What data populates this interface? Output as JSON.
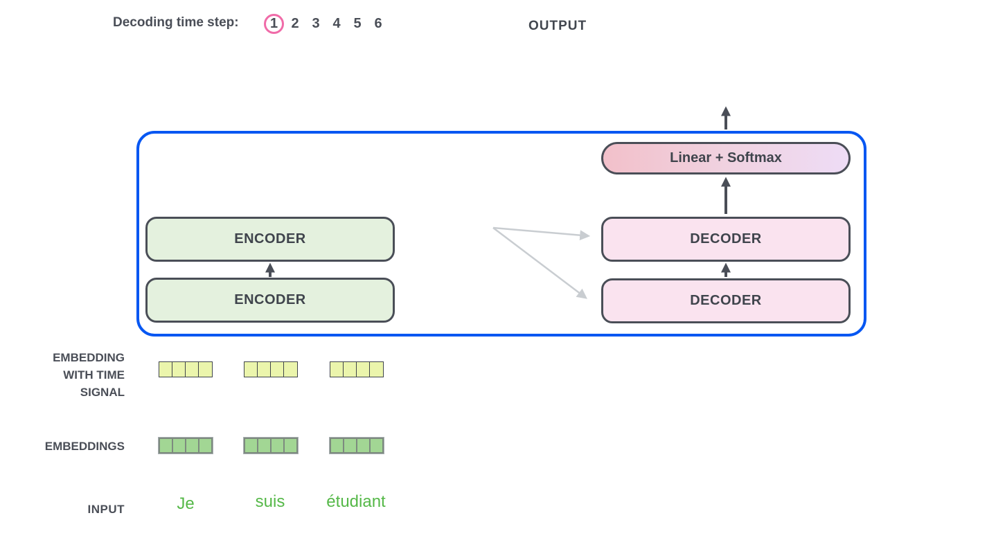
{
  "header": {
    "label": "Decoding time step:",
    "steps": [
      "1",
      "2",
      "3",
      "4",
      "5",
      "6"
    ],
    "active_step": "1"
  },
  "output_label": "OUTPUT",
  "model": {
    "encoders": [
      {
        "label": "ENCODER"
      },
      {
        "label": "ENCODER"
      }
    ],
    "decoders": [
      {
        "label": "DECODER"
      },
      {
        "label": "DECODER"
      }
    ],
    "linear_softmax_label": "Linear + Softmax"
  },
  "left_labels": {
    "embedding_time": "EMBEDDING\nWITH TIME\nSIGNAL",
    "embeddings": "EMBEDDINGS",
    "input": "INPUT"
  },
  "input": {
    "words": [
      "Je",
      "suis",
      "étudiant"
    ]
  },
  "embeddings": {
    "vector_count": 3,
    "cells_per_vector": 4
  },
  "colors": {
    "frame_blue": "#0757f2",
    "encoder_fill": "#e4f1de",
    "decoder_fill": "#fae3ef",
    "linear_softmax_gradient_start": "#f2c0ca",
    "linear_softmax_gradient_end": "#eedcf6",
    "embedding_yellow": "#ebf5ac",
    "embedding_green": "#a2d694",
    "word_green": "#55b848",
    "active_step_ring_pink": "#f06ba8",
    "dark_text": "#4a4e57",
    "gray_arrow": "#c9cdd1"
  }
}
